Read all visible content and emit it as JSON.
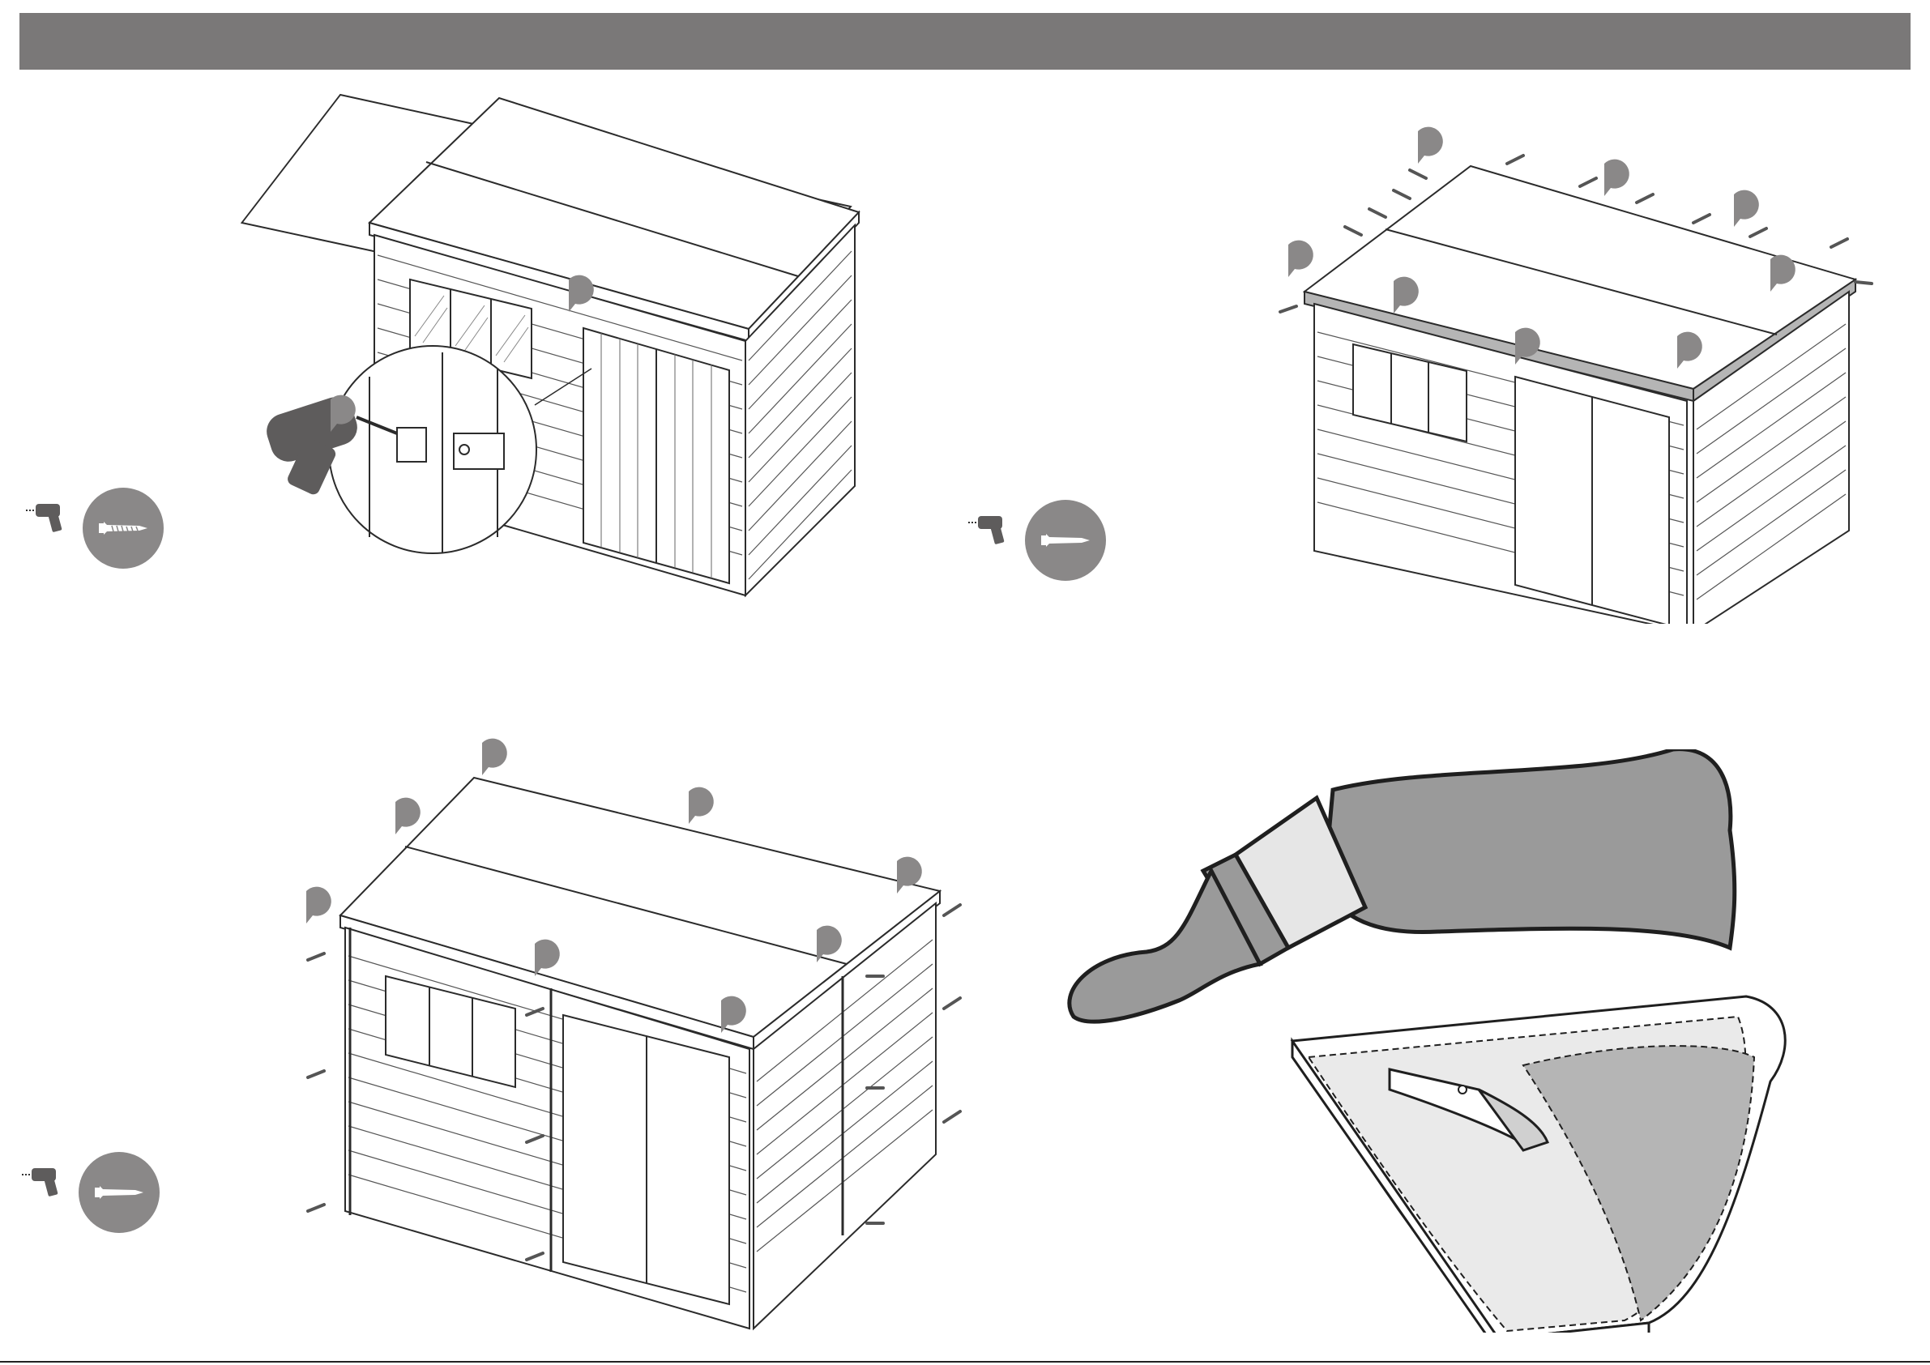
{
  "page": {
    "header_bar": "",
    "colors": {
      "header": "#7a7878",
      "marker": "#8a8888",
      "line": "#2b2b2b",
      "tool": "#5e5c5c",
      "roof_felt": "#b5b5b5",
      "paint_brush_body": "#9a9a9a"
    }
  },
  "steps": [
    {
      "id": "door-lock",
      "tools": [
        "drill-icon",
        "screw-icon"
      ],
      "callout": "door-hasp-detail"
    },
    {
      "id": "roof-felt",
      "tools": [
        "drill-icon",
        "screw-icon"
      ]
    },
    {
      "id": "corner-trims",
      "tools": [
        "drill-icon",
        "screw-icon"
      ]
    },
    {
      "id": "treatment",
      "tools": [
        "paint-brush-icon",
        "knife-icon"
      ]
    }
  ]
}
